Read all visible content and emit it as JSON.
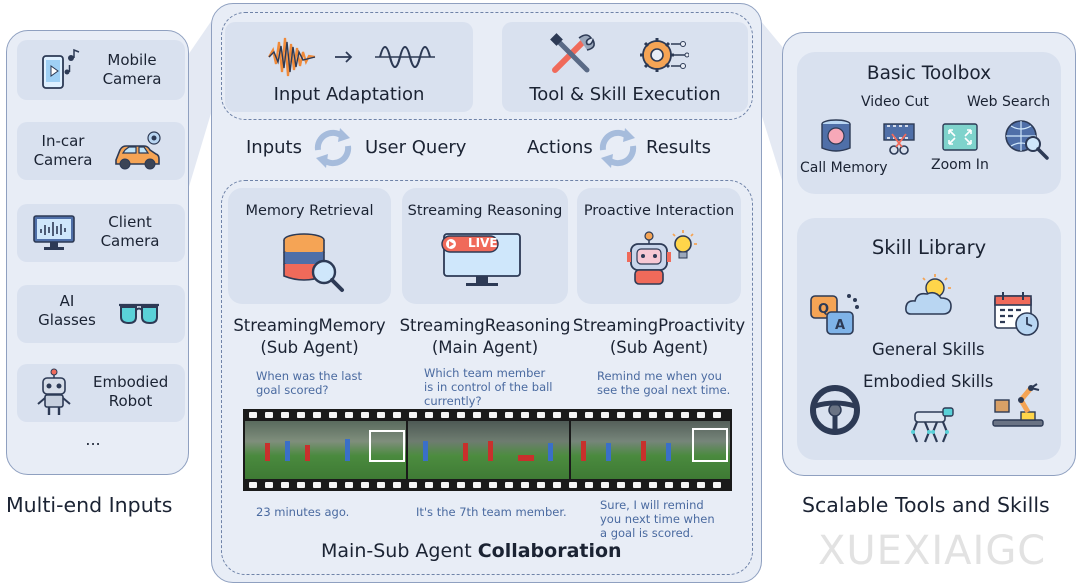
{
  "left": {
    "title": "Multi-end Inputs",
    "items": [
      {
        "label_line1": "Mobile",
        "label_line2": "Camera",
        "icon": "mobile-camera-icon"
      },
      {
        "label_line1": "In-car",
        "label_line2": "Camera",
        "icon": "car-icon"
      },
      {
        "label_line1": "Client",
        "label_line2": "Camera",
        "icon": "monitor-icon"
      },
      {
        "label_line1": "AI",
        "label_line2": "Glasses",
        "icon": "glasses-icon"
      },
      {
        "label_line1": "Embodied",
        "label_line2": "Robot",
        "icon": "robot-icon"
      }
    ],
    "more": "..."
  },
  "center": {
    "input_adaptation": "Input Adaptation",
    "tool_skill_execution": "Tool & Skill Execution",
    "flow": {
      "inputs": "Inputs",
      "user_query": "User Query",
      "actions": "Actions",
      "results": "Results"
    },
    "modules": [
      {
        "title": "Memory Retrieval",
        "agent_line1": "StreamingMemory",
        "agent_line2": "(Sub Agent)",
        "query": "When was the last goal scored?",
        "answer": "23 minutes ago."
      },
      {
        "title": "Streaming Reasoning",
        "agent_line1": "StreamingReasoning",
        "agent_line2": "(Main Agent)",
        "query": "Which team member is in control of the ball currently?",
        "answer": "It's the 7th team member.",
        "live": "LIVE"
      },
      {
        "title": "Proactive Interaction",
        "agent_line1": "StreamingProactivity",
        "agent_line2": "(Sub Agent)",
        "query": "Remind me when you see the goal next time.",
        "answer": "Sure, I will remind you next time when a goal is scored."
      }
    ],
    "footer_prefix": "Main-Sub Agent ",
    "footer_bold": "Collaboration"
  },
  "right": {
    "title": "Scalable Tools and Skills",
    "toolbox": {
      "title": "Basic Toolbox",
      "tools": [
        "Video Cut",
        "Web Search",
        "Call Memory",
        "Zoom In"
      ]
    },
    "skills": {
      "title": "Skill Library",
      "general": "General Skills",
      "embodied": "Embodied Skills"
    }
  },
  "watermark": "XUEXIAIGC",
  "colors": {
    "panel": "#e8edf6",
    "card": "#d9e1ef",
    "border": "#8fa0c0",
    "query_text": "#4a6aa0"
  }
}
